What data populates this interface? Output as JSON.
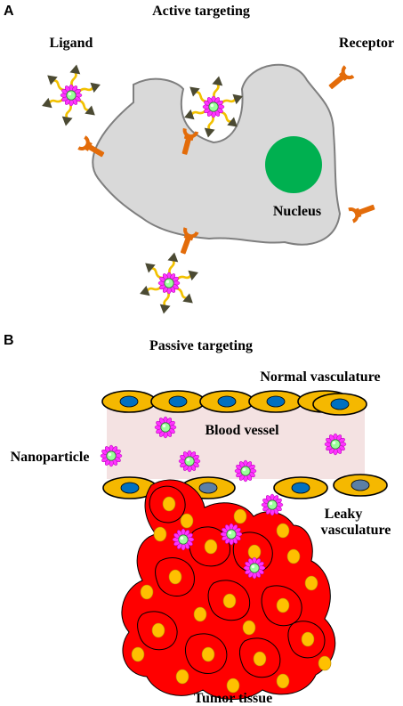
{
  "panel_a": {
    "letter": "A",
    "title": "Active targeting",
    "labels": {
      "ligand": "Ligand",
      "receptor": "Receptor",
      "nucleus": "Nucleus"
    }
  },
  "panel_b": {
    "letter": "B",
    "title": "Passive targeting",
    "labels": {
      "normal_vasculature": "Normal vasculature",
      "blood_vessel": "Blood vessel",
      "nanoparticle": "Nanoparticle",
      "leaky_vasculature_1": "Leaky",
      "leaky_vasculature_2": "vasculature",
      "tumor_tissue": "Tumor tissue"
    }
  },
  "colors": {
    "cell_fill": "#d9d9d9",
    "cell_stroke": "#7f7f7f",
    "nucleus": "#00b050",
    "receptor": "#e36c0a",
    "ligand_arm": "#f2c100",
    "ligand_head": "#4b4a33",
    "nanoparticle_petal": "#ff00ff",
    "nanoparticle_core": "#9bff9b",
    "vessel_lumen": "#f4e2e2",
    "endothelial_cell": "#f5b800",
    "endothelial_nucleus": "#0070c0",
    "leaky_nucleus": "#5b7fa6",
    "tumor_cell": "#ff0000",
    "tumor_nucleus": "#ffc000"
  }
}
